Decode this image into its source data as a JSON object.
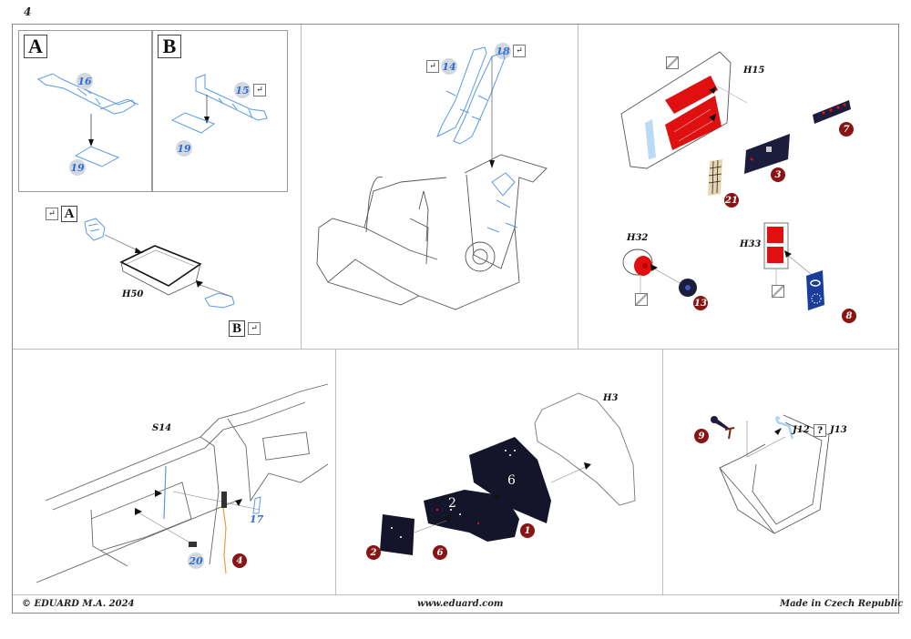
{
  "page": {
    "number": "4"
  },
  "footer": {
    "copyright": "© EDUARD  M.A. 2024",
    "website": "www.eduard.com",
    "origin": "Made in Czech Republic"
  },
  "step1": {
    "option_a": {
      "letter": "A",
      "pe_parts": [
        "16",
        "19"
      ]
    },
    "option_b": {
      "letter": "B",
      "pe_parts": [
        "15",
        "19"
      ],
      "bend_mark": "↵"
    },
    "seat_pan": {
      "part_label": "H50",
      "callout_a": {
        "letter": "A",
        "bend_mark": "↵"
      },
      "callout_b": {
        "letter": "B",
        "bend_mark": "↵"
      }
    }
  },
  "step2": {
    "pe_parts": [
      {
        "number": "14",
        "bend_mark": "↵"
      },
      {
        "number": "18",
        "bend_mark": "↵"
      }
    ]
  },
  "step3": {
    "h15": {
      "part_label": "H15",
      "color_parts": [
        "7",
        "3",
        "21"
      ]
    },
    "h32": {
      "part_label": "H32",
      "color_parts": [
        "13"
      ]
    },
    "h33": {
      "part_label": "H33",
      "color_parts": [
        "8"
      ]
    }
  },
  "step4": {
    "part_label": "S14",
    "pe_parts": [
      "17",
      "20"
    ],
    "color_parts": [
      "4"
    ]
  },
  "step5": {
    "part_label": "H3",
    "color_parts": [
      "1",
      "2",
      "6"
    ],
    "panel_marks": [
      "6",
      "2"
    ]
  },
  "step6": {
    "part_label_left": "J12",
    "option_mark": "?",
    "part_label_right": "J13",
    "color_parts": [
      "9"
    ]
  },
  "colors": {
    "pe_blue": "#2c6fd6",
    "color_badge": "#8a1414",
    "primer_red": "#e01010",
    "panel_black": "#14142a",
    "panel_blue": "#1a3c9a"
  }
}
